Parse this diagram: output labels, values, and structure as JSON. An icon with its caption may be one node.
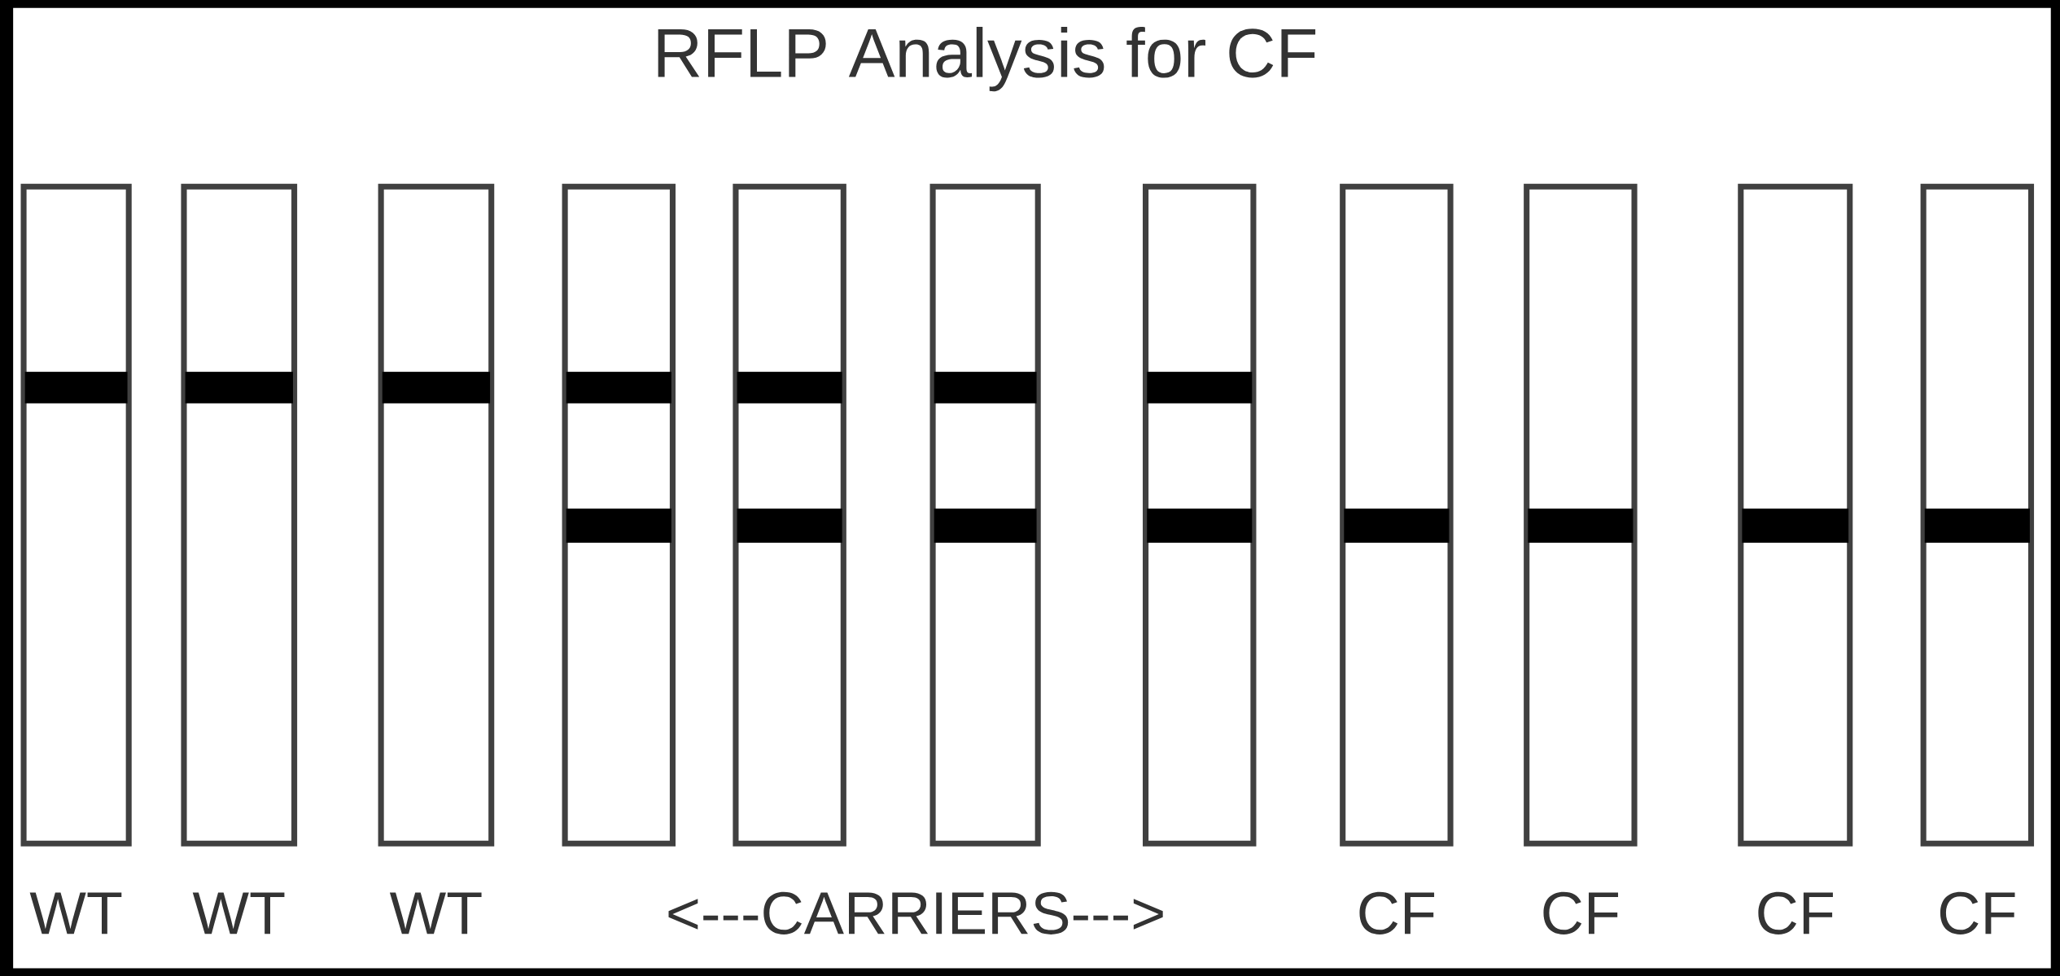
{
  "diagram": {
    "title": "RFLP Analysis for CF",
    "nodes": [
      {
        "text": [],
        "shape": "box",
        "beside": [
          "WT"
        ]
      },
      {
        "text": [],
        "shape": "bar",
        "in": 0
      },
      {
        "text": [],
        "shape": "box",
        "beside": [
          "WT"
        ]
      },
      {
        "text": [],
        "shape": "bar",
        "in": 2
      },
      {
        "text": [],
        "shape": "box",
        "beside": [
          "WT"
        ]
      },
      {
        "text": [],
        "shape": "bar",
        "in": 4
      },
      {
        "text": [],
        "shape": "box"
      },
      {
        "text": [],
        "shape": "bar",
        "in": 6
      },
      {
        "text": [],
        "shape": "bar",
        "in": 6
      },
      {
        "text": [],
        "shape": "box"
      },
      {
        "text": [],
        "shape": "bar",
        "in": 9
      },
      {
        "text": [],
        "shape": "bar",
        "in": 9
      },
      {
        "text": [],
        "shape": "box"
      },
      {
        "text": [],
        "shape": "bar",
        "in": 12
      },
      {
        "text": [],
        "shape": "bar",
        "in": 12
      },
      {
        "text": [],
        "shape": "box"
      },
      {
        "text": [],
        "shape": "bar",
        "in": 15
      },
      {
        "text": [],
        "shape": "bar",
        "in": 15
      },
      {
        "text": [],
        "shape": "box",
        "beside": [
          "CF"
        ]
      },
      {
        "text": [],
        "shape": "bar",
        "in": 18
      },
      {
        "text": [],
        "shape": "box",
        "beside": [
          "CF"
        ]
      },
      {
        "text": [],
        "shape": "bar",
        "in": 20
      },
      {
        "text": [],
        "shape": "box",
        "beside": [
          "CF"
        ]
      },
      {
        "text": [],
        "shape": "bar",
        "in": 22
      },
      {
        "text": [],
        "shape": "box",
        "beside": [
          "CF"
        ]
      },
      {
        "text": [],
        "shape": "bar",
        "in": 24
      }
    ],
    "labels": [
      "<---CARRIERS--->"
    ]
  }
}
